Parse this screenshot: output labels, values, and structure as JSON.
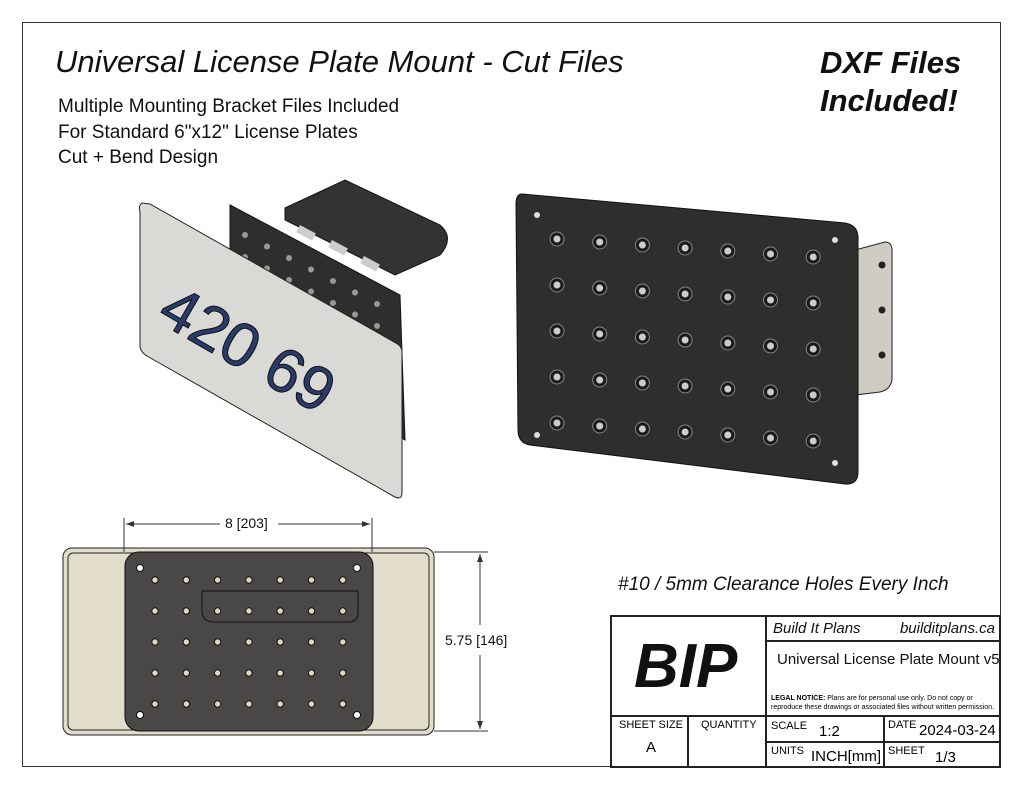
{
  "header": {
    "title": "Universal License Plate Mount - Cut Files",
    "badge_line1": "DXF Files",
    "badge_line2": "Included!",
    "subtitles": [
      "Multiple Mounting Bracket Files Included",
      "For Standard 6\"x12\" License Plates",
      "Cut + Bend Design"
    ]
  },
  "plate_text": "420 69",
  "dimensions": {
    "width": "8 [203]",
    "height": "5.75 [146]"
  },
  "note": "#10 / 5mm Clearance Holes Every Inch",
  "title_block": {
    "logo": "BIP",
    "company": "Build It Plans",
    "website": "builditplans.ca",
    "part_name": "Universal License Plate Mount v5",
    "legal_label": "LEGAL NOTICE:",
    "legal_text": "Plans are for personal use only. Do not copy or reproduce these drawings or associated files without written permission.",
    "sheet_size_label": "SHEET SIZE",
    "sheet_size": "A",
    "quantity_label": "QUANTITY",
    "quantity": "",
    "scale_label": "SCALE",
    "scale": "1:2",
    "date_label": "DATE",
    "date": "2024-03-24",
    "units_label": "UNITS",
    "units": "INCH[mm]",
    "sheet_label": "SHEET",
    "sheet": "1/3"
  },
  "colors": {
    "bracket": "#2e2e2e",
    "plate": "#d9d9d5",
    "plate_cream": "#e2dccb",
    "plate_text": "#2a3a6a"
  }
}
